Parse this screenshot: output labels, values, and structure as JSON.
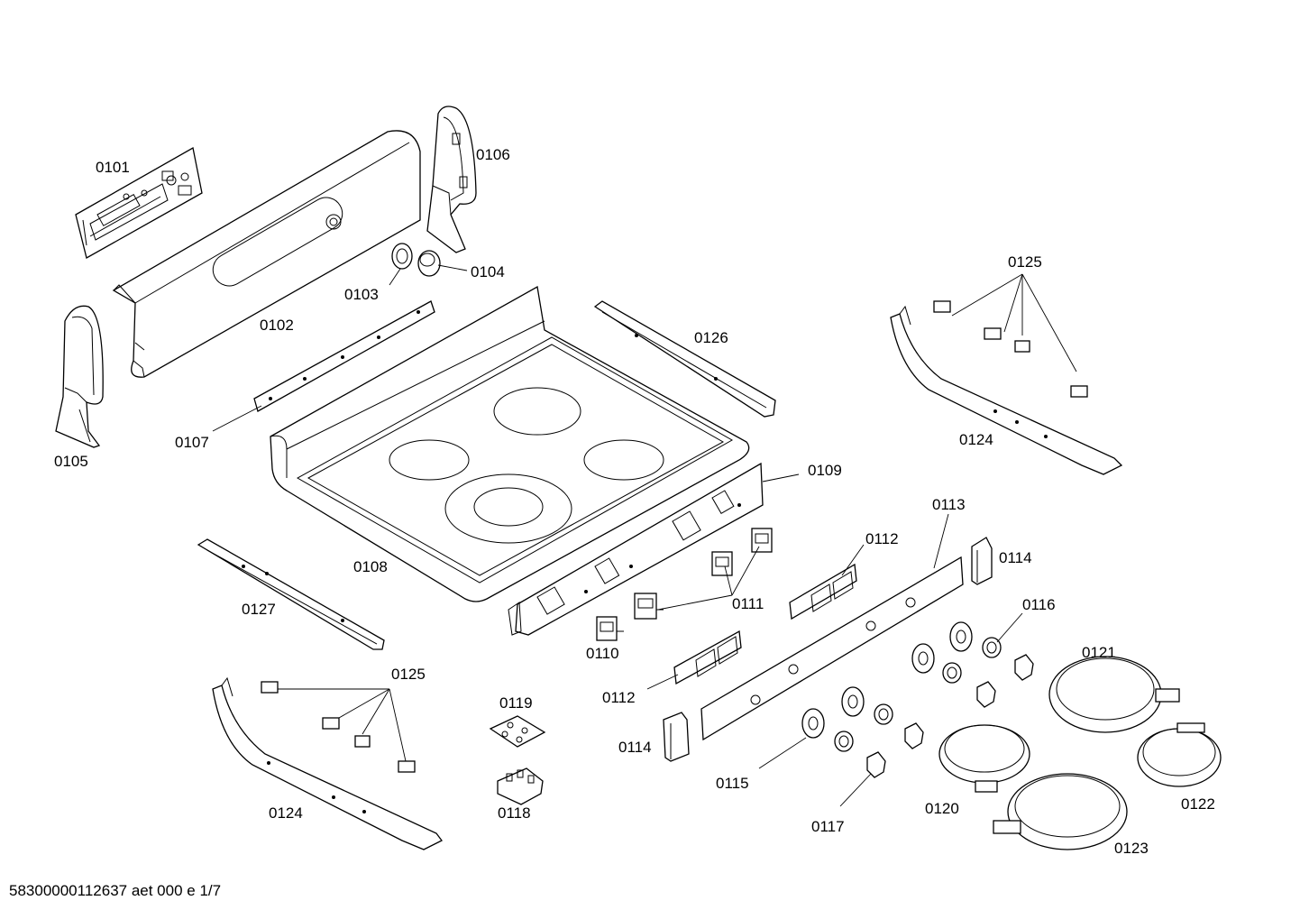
{
  "labels": {
    "p0101": "0101",
    "p0102": "0102",
    "p0103": "0103",
    "p0104": "0104",
    "p0105": "0105",
    "p0106": "0106",
    "p0107": "0107",
    "p0108": "0108",
    "p0109": "0109",
    "p0110": "0110",
    "p0111": "0111",
    "p0112a": "0112",
    "p0112b": "0112",
    "p0113": "0113",
    "p0114a": "0114",
    "p0114b": "0114",
    "p0115": "0115",
    "p0116": "0116",
    "p0117": "0117",
    "p0118": "0118",
    "p0119": "0119",
    "p0120": "0120",
    "p0121": "0121",
    "p0122": "0122",
    "p0123": "0123",
    "p0124a": "0124",
    "p0124b": "0124",
    "p0125a": "0125",
    "p0125b": "0125",
    "p0126": "0126",
    "p0127": "0127"
  },
  "footer": {
    "document_id": "58300000112637 aet 000 e 1/7"
  }
}
